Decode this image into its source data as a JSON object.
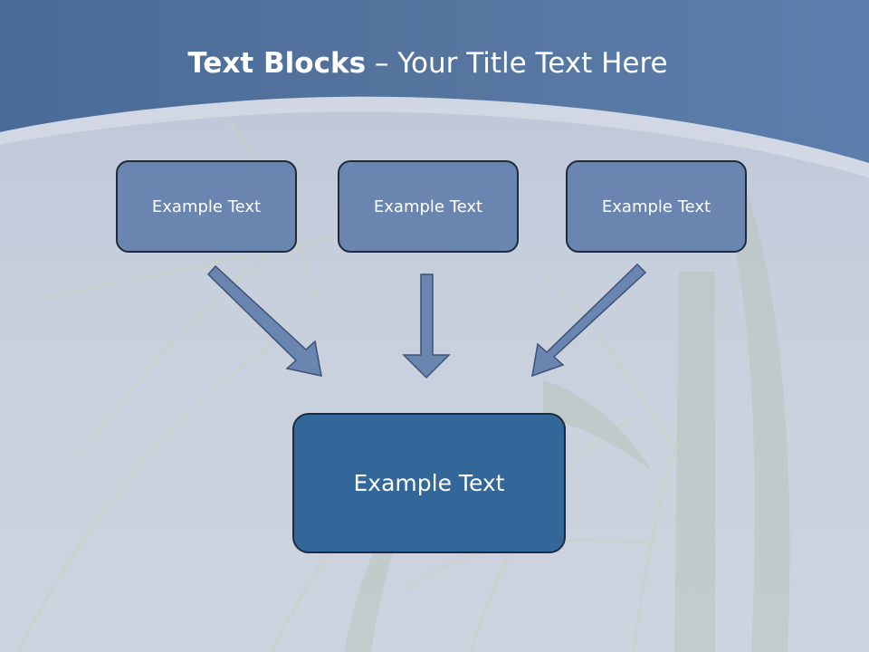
{
  "slide": {
    "title_bold": "Text Blocks",
    "title_dash": " – ",
    "title_rest": "Your Title Text Here"
  },
  "diagram": {
    "source_boxes": [
      "Example Text",
      "Example Text",
      "Example Text"
    ],
    "target_box": "Example Text"
  },
  "colors": {
    "header": "#4d6d9a",
    "box_fill": "#6985b0",
    "target_fill": "#336699",
    "arrow_fill": "#6985b0",
    "border": "#1f2a3d"
  }
}
